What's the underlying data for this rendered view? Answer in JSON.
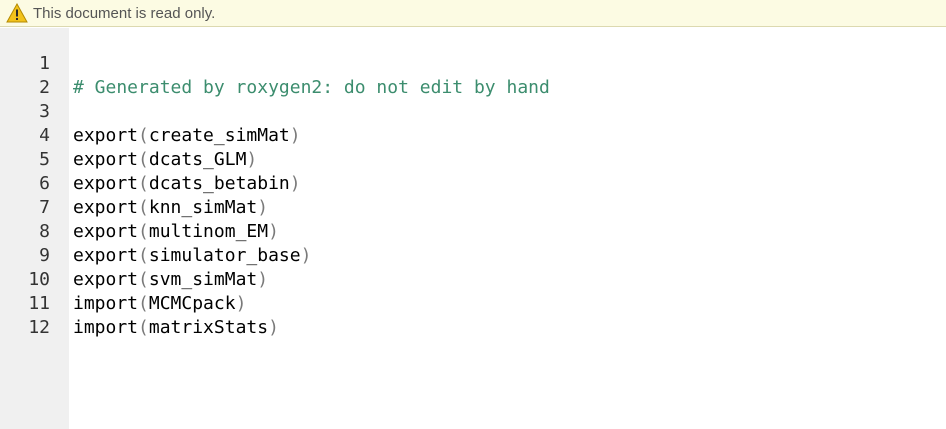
{
  "readonly_notice": {
    "icon": "warning-icon",
    "text": "This document is read only."
  },
  "colors": {
    "notice_background": "#fcfbe3",
    "gutter_background": "#f0f0f0",
    "comment": "#3c8d6e",
    "paren": "#7a7a7a"
  },
  "lines": [
    {
      "number": "1",
      "comment": "# Generated by roxygen2: do not edit by hand"
    },
    {
      "number": "2"
    },
    {
      "number": "3",
      "fn": "export",
      "open": "(",
      "arg": "create_simMat",
      "close": ")"
    },
    {
      "number": "4",
      "fn": "export",
      "open": "(",
      "arg": "dcats_GLM",
      "close": ")"
    },
    {
      "number": "5",
      "fn": "export",
      "open": "(",
      "arg": "dcats_betabin",
      "close": ")"
    },
    {
      "number": "6",
      "fn": "export",
      "open": "(",
      "arg": "knn_simMat",
      "close": ")"
    },
    {
      "number": "7",
      "fn": "export",
      "open": "(",
      "arg": "multinom_EM",
      "close": ")"
    },
    {
      "number": "8",
      "fn": "export",
      "open": "(",
      "arg": "simulator_base",
      "close": ")"
    },
    {
      "number": "9",
      "fn": "export",
      "open": "(",
      "arg": "svm_simMat",
      "close": ")"
    },
    {
      "number": "10",
      "fn": "import",
      "open": "(",
      "arg": "MCMCpack",
      "close": ")"
    },
    {
      "number": "11",
      "fn": "import",
      "open": "(",
      "arg": "matrixStats",
      "close": ")"
    },
    {
      "number": "12"
    }
  ]
}
